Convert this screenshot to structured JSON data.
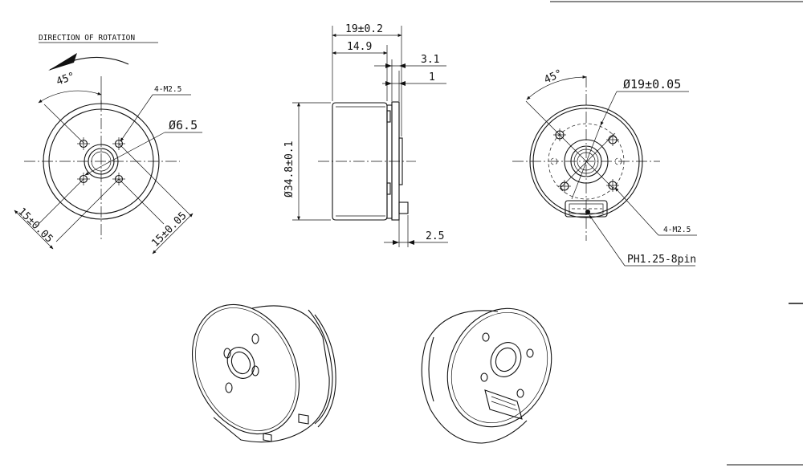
{
  "front_view": {
    "rotation_label": "DIRECTION OF ROTATION",
    "angle": "45°",
    "thread": "4-M2.5",
    "shaft_dia": "Ø6.5",
    "spacing_left": "15±0.05",
    "spacing_right": "15±0.05"
  },
  "side_view": {
    "total_length": "19±0.2",
    "body_length": "14.9",
    "flange_thickness": "3.1",
    "plate_thickness": "1",
    "diameter": "Ø34.8±0.1",
    "connector_offset": "2.5"
  },
  "rear_view": {
    "angle": "45°",
    "bolt_circle": "Ø19±0.05",
    "thread": "4-M2.5",
    "connector": "PH1.25-8pin"
  }
}
